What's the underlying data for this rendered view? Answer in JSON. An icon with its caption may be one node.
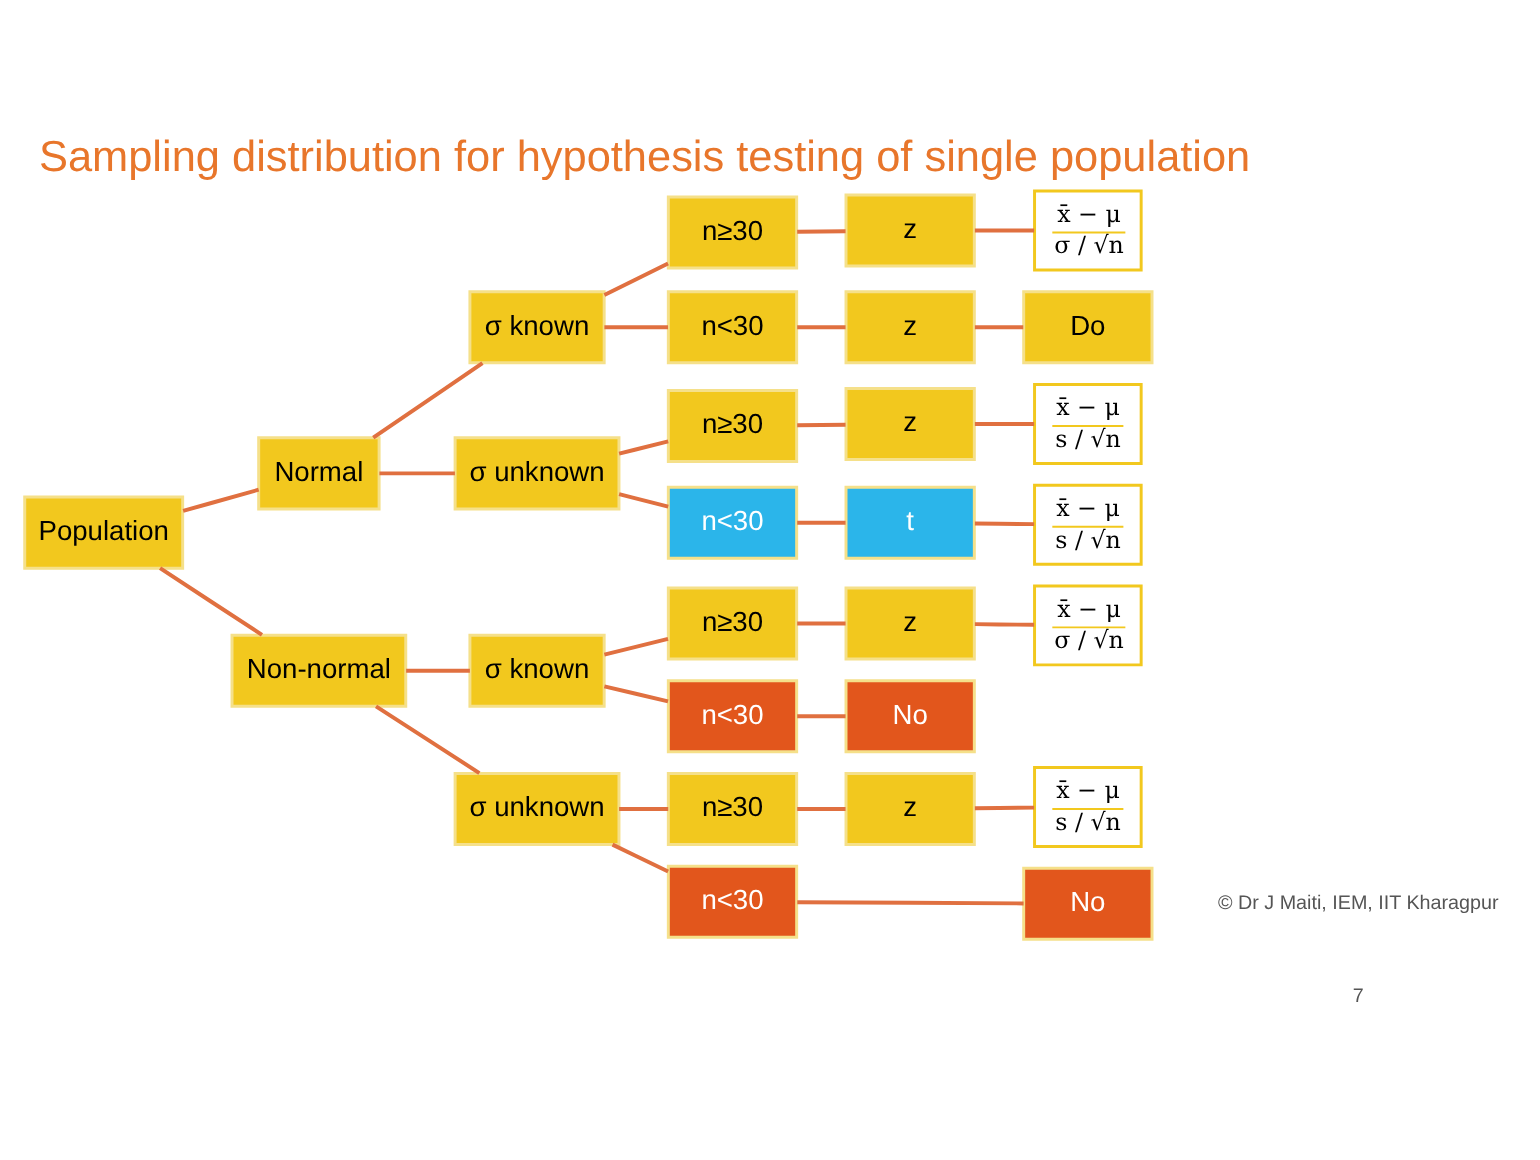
{
  "diagram": {
    "title": "Sampling distribution for hypothesis testing of single population",
    "nodes": [
      {
        "text": [
          "Population"
        ]
      },
      {
        "text": [
          "Normal"
        ]
      },
      {
        "text": [
          "σ known"
        ]
      },
      {
        "text": [
          "n≥30"
        ]
      },
      {
        "text": [
          "z"
        ]
      },
      {
        "text": [
          "x̄ − μ",
          "σ / √n"
        ]
      },
      {
        "text": [
          "n<30"
        ]
      },
      {
        "text": [
          "z"
        ]
      },
      {
        "text": [
          "Do"
        ]
      },
      {
        "text": [
          "σ unknown"
        ]
      },
      {
        "text": [
          "n≥30"
        ]
      },
      {
        "text": [
          "z"
        ]
      },
      {
        "text": [
          "x̄ − μ",
          "s / √n"
        ]
      },
      {
        "text": [
          "n<30"
        ]
      },
      {
        "text": [
          "t"
        ]
      },
      {
        "text": [
          "x̄ − μ",
          "s / √n"
        ]
      },
      {
        "text": [
          "Non-normal"
        ]
      },
      {
        "text": [
          "σ known"
        ]
      },
      {
        "text": [
          "n≥30"
        ]
      },
      {
        "text": [
          "z"
        ]
      },
      {
        "text": [
          "x̄ − μ",
          "σ / √n"
        ]
      },
      {
        "text": [
          "n<30"
        ]
      },
      {
        "text": [
          "No"
        ]
      },
      {
        "text": [
          "σ unknown"
        ]
      },
      {
        "text": [
          "n≥30"
        ]
      },
      {
        "text": [
          "z"
        ]
      },
      {
        "text": [
          "x̄ − μ",
          "s / √n"
        ]
      },
      {
        "text": [
          "n<30"
        ]
      },
      {
        "text": [
          "No"
        ]
      }
    ],
    "edges": [
      {
        "from": 0,
        "to": 1,
        "arrow": "none"
      },
      {
        "from": 0,
        "to": 16,
        "arrow": "none"
      },
      {
        "from": 1,
        "to": 2,
        "arrow": "none"
      },
      {
        "from": 1,
        "to": 9,
        "arrow": "none"
      },
      {
        "from": 2,
        "to": 3,
        "arrow": "none"
      },
      {
        "from": 3,
        "to": 4,
        "arrow": "none"
      },
      {
        "from": 4,
        "to": 5,
        "arrow": "none"
      },
      {
        "from": 2,
        "to": 6,
        "arrow": "none"
      },
      {
        "from": 6,
        "to": 7,
        "arrow": "none"
      },
      {
        "from": 7,
        "to": 8,
        "arrow": "none"
      },
      {
        "from": 9,
        "to": 10,
        "arrow": "none"
      },
      {
        "from": 10,
        "to": 11,
        "arrow": "none"
      },
      {
        "from": 11,
        "to": 12,
        "arrow": "none"
      },
      {
        "from": 9,
        "to": 13,
        "arrow": "none"
      },
      {
        "from": 13,
        "to": 14,
        "arrow": "none"
      },
      {
        "from": 14,
        "to": 15,
        "arrow": "none"
      },
      {
        "from": 16,
        "to": 17,
        "arrow": "none"
      },
      {
        "from": 16,
        "to": 23,
        "arrow": "none"
      },
      {
        "from": 17,
        "to": 18,
        "arrow": "none"
      },
      {
        "from": 18,
        "to": 19,
        "arrow": "none"
      },
      {
        "from": 19,
        "to": 20,
        "arrow": "none"
      },
      {
        "from": 17,
        "to": 21,
        "arrow": "none"
      },
      {
        "from": 21,
        "to": 22,
        "arrow": "none"
      },
      {
        "from": 23,
        "to": 24,
        "arrow": "none"
      },
      {
        "from": 24,
        "to": 25,
        "arrow": "none"
      },
      {
        "from": 25,
        "to": 26,
        "arrow": "none"
      },
      {
        "from": 23,
        "to": 27,
        "arrow": "none"
      },
      {
        "from": 27,
        "to": 28,
        "arrow": "none"
      }
    ],
    "labels": [
      "© Dr J Maiti, IEM, IIT Kharagpur",
      "7"
    ]
  }
}
